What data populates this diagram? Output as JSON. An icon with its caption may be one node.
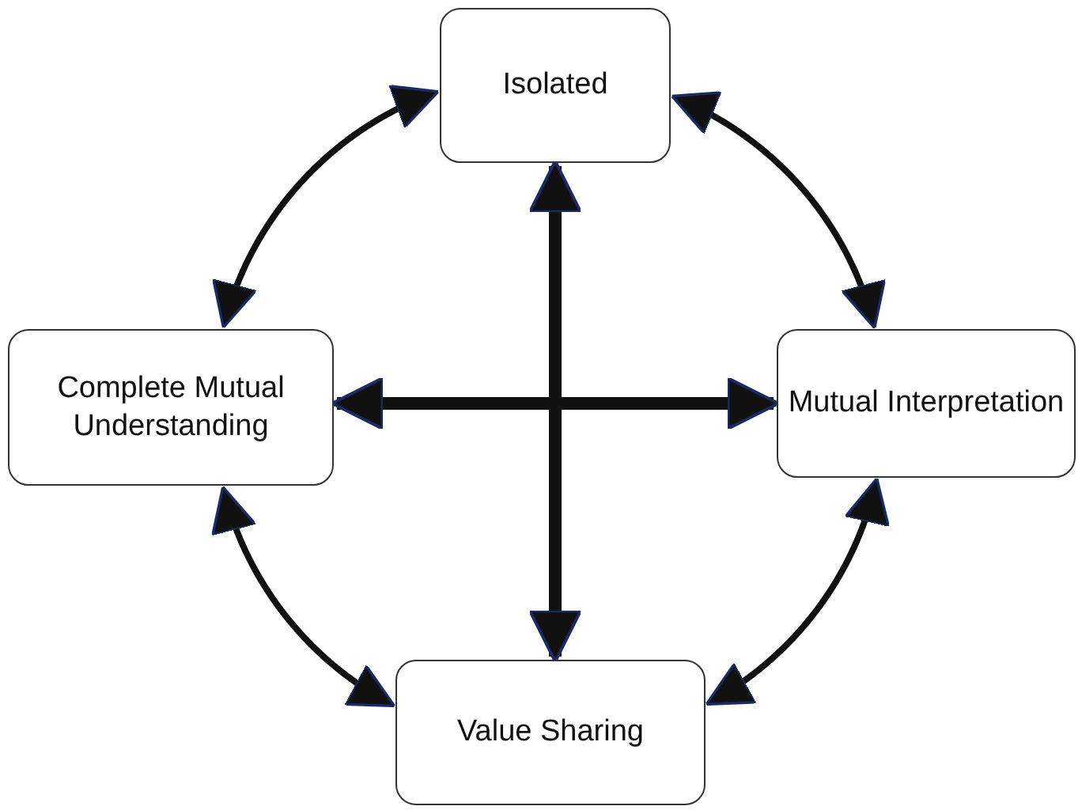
{
  "diagram": {
    "nodes": [
      {
        "text": [
          "Isolated"
        ]
      },
      {
        "text": [
          "Complete Mutual Understanding"
        ]
      },
      {
        "text": [
          "Mutual Interpretation"
        ]
      },
      {
        "text": [
          "Value Sharing"
        ]
      }
    ],
    "edges": [
      {
        "from": 0,
        "to": 2,
        "arrow": "both"
      },
      {
        "from": 2,
        "to": 3,
        "arrow": "both"
      },
      {
        "from": 3,
        "to": 1,
        "arrow": "both"
      },
      {
        "from": 1,
        "to": 0,
        "arrow": "both"
      },
      {
        "from": 0,
        "to": 3,
        "arrow": "both",
        "style": "thick"
      },
      {
        "from": 1,
        "to": 2,
        "arrow": "both",
        "style": "thick"
      }
    ]
  }
}
